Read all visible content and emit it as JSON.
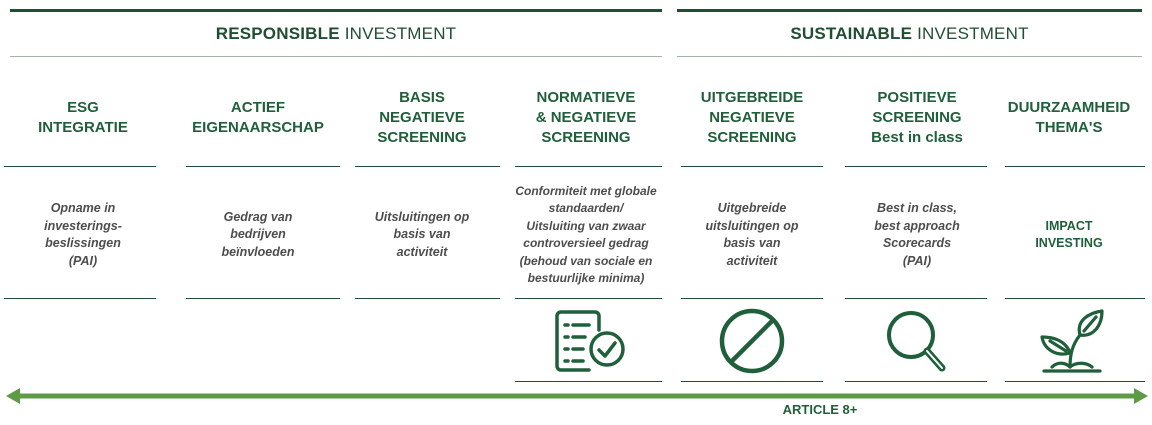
{
  "sections": {
    "responsible": {
      "bold": "RESPONSIBLE",
      "rest": " INVESTMENT"
    },
    "sustainable": {
      "bold": "SUSTAINABLE",
      "rest": " INVESTMENT"
    }
  },
  "columns": [
    {
      "heading": [
        "ESG",
        "INTEGRATIE"
      ],
      "description": [
        "Opname in",
        "investerings-",
        "beslissingen",
        "(PAI)"
      ],
      "icon": ""
    },
    {
      "heading": [
        "ACTIEF",
        "EIGENAARSCHAP"
      ],
      "description": [
        "Gedrag van",
        "bedrijven",
        "beïnvloeden"
      ],
      "icon": ""
    },
    {
      "heading": [
        "BASIS",
        "NEGATIEVE",
        "SCREENING"
      ],
      "description": [
        "Uitsluitingen op",
        "basis van",
        "activiteit"
      ],
      "icon": ""
    },
    {
      "heading": [
        "NORMATIEVE",
        "& NEGATIEVE",
        "SCREENING"
      ],
      "description": [
        "Conformiteit met globale",
        "standaarden/",
        "Uitsluiting van  zwaar",
        "controversieel gedrag",
        "(behoud van sociale en",
        "bestuurlijke minima)"
      ],
      "icon": "checklist-icon"
    },
    {
      "heading": [
        "UITGEBREIDE",
        "NEGATIEVE",
        "SCREENING"
      ],
      "description": [
        "Uitgebreide",
        "uitsluitingen op",
        "basis van",
        "activiteit"
      ],
      "icon": "prohibited-icon"
    },
    {
      "heading": [
        "POSITIEVE",
        "SCREENING",
        "Best in class"
      ],
      "description": [
        "Best in class,",
        "best approach",
        "Scorecards",
        "(PAI)"
      ],
      "icon": "magnifier-icon"
    },
    {
      "heading": [
        "DUURZAAMHEID",
        "THEMA'S"
      ],
      "description": [
        "IMPACT",
        "INVESTING"
      ],
      "icon": "plant-icon"
    }
  ],
  "arrow": {
    "label": "ARTICLE 8+"
  },
  "colors": {
    "dark_green": "#1f4e33",
    "heading_green": "#1f5f3a",
    "arrow_green": "#5e9b47",
    "text_gray": "#4d4d4d"
  }
}
